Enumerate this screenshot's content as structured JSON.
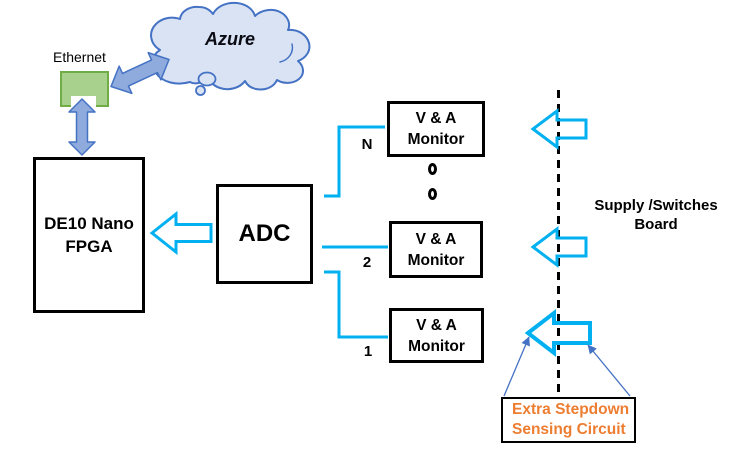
{
  "diagram": {
    "azure_cloud": {
      "label": "Azure"
    },
    "ethernet": {
      "label": "Ethernet"
    },
    "fpga": {
      "line1": "DE10 Nano",
      "line2": "FPGA"
    },
    "adc": {
      "label": "ADC"
    },
    "monitors": [
      {
        "id": "N",
        "line1": "V & A",
        "line2": "Monitor"
      },
      {
        "id": "2",
        "line1": "V & A",
        "line2": "Monitor"
      },
      {
        "id": "1",
        "line1": "V & A",
        "line2": "Monitor"
      }
    ],
    "supply_board": {
      "line1": "Supply /Switches",
      "line2": "Board"
    },
    "sensing_note": {
      "line1": "Extra Stepdown",
      "line2": "Sensing Circuit"
    },
    "colors": {
      "connector_cyan": "#00B0F0",
      "bus_arrow_fill": "#8FAADC",
      "bus_arrow_border": "#4472C4",
      "ethernet_fill": "#A9D18E",
      "ethernet_border": "#70AD47",
      "cloud_fill": "#DAE3F3",
      "cloud_border": "#4472C4",
      "sensing_text": "#ED7D31",
      "annotation_blue": "#4472C4",
      "dashed_line": "#000000"
    }
  }
}
